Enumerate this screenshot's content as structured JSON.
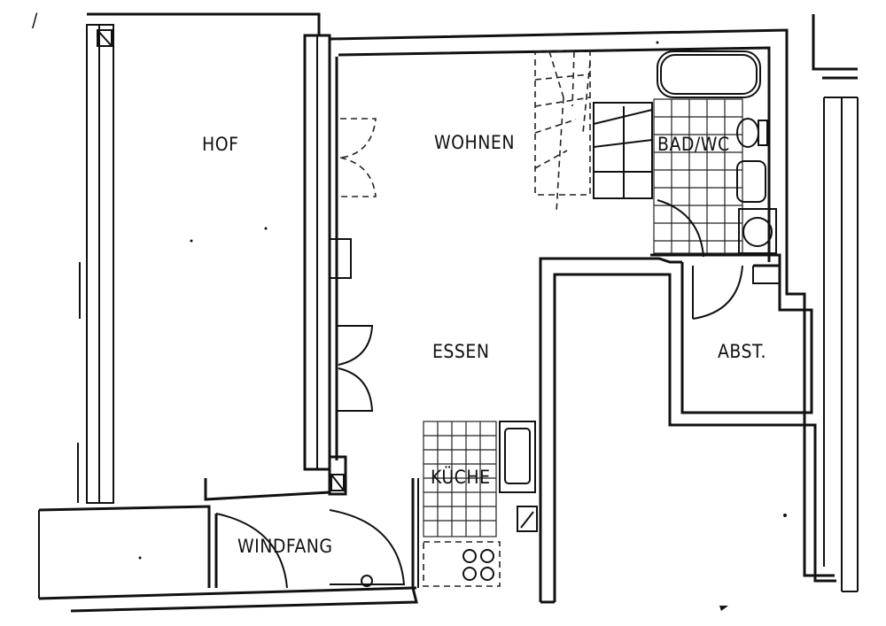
{
  "rooms": {
    "hof": "HOF",
    "wohnen": "WOHNEN",
    "essen": "ESSEN",
    "bad_wc": "BAD/WC",
    "abst": "ABST.",
    "kueche": "KÜCHE",
    "windfang": "WINDFANG"
  },
  "page_mark": "/"
}
